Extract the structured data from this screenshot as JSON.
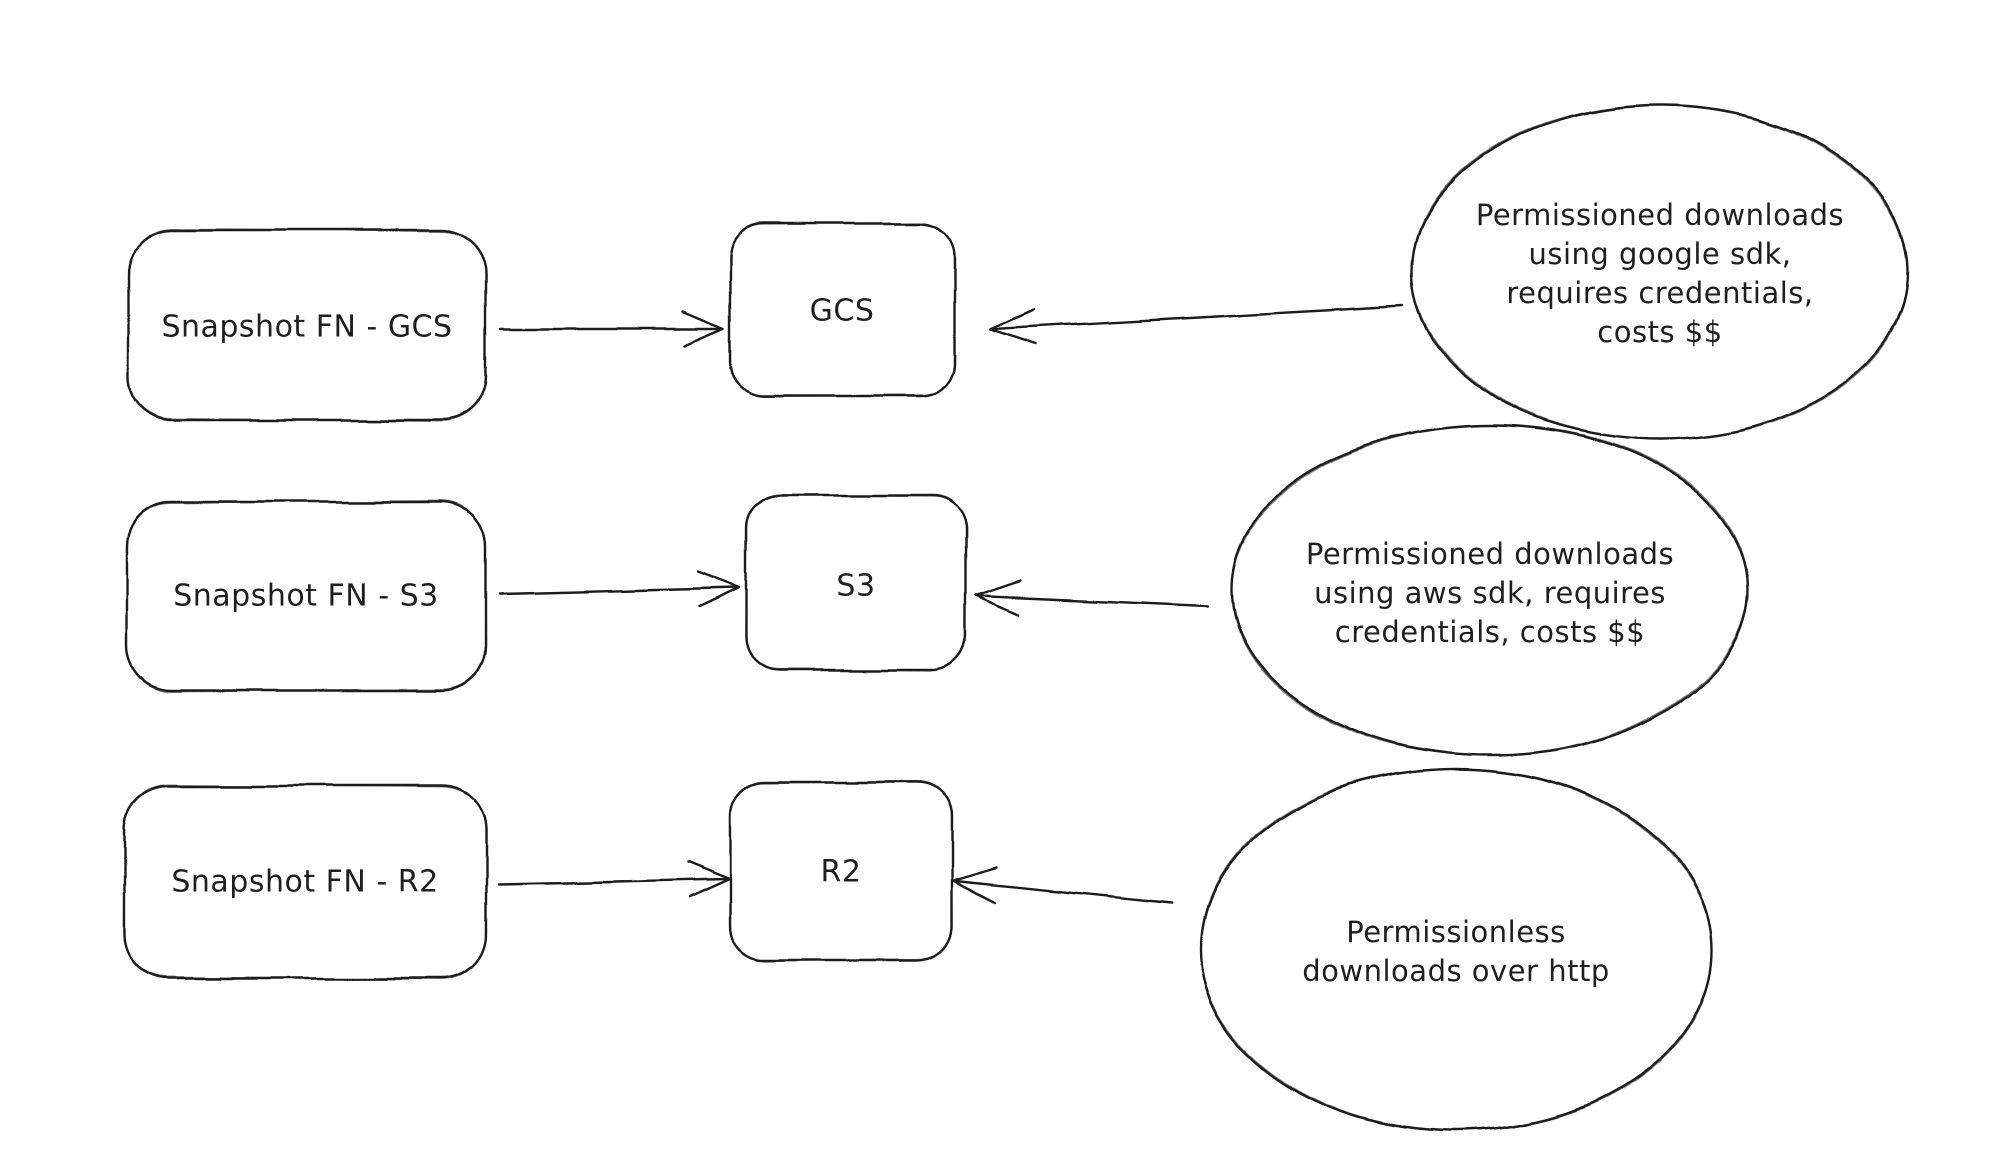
{
  "diagram": {
    "background": "#ffffff",
    "stroke_color": "#1e1e1e",
    "rows": [
      {
        "source": "Snapshot FN - GCS",
        "target": "GCS",
        "note_lines": [
          "Permissioned downloads",
          "using google sdk,",
          "requires credentials,",
          "costs $$"
        ]
      },
      {
        "source": "Snapshot FN - S3",
        "target": "S3",
        "note_lines": [
          "Permissioned downloads",
          "using aws sdk, requires",
          "credentials, costs $$"
        ]
      },
      {
        "source": "Snapshot FN - R2",
        "target": "R2",
        "note_lines": [
          "Permissionless",
          "downloads over http"
        ]
      }
    ]
  }
}
